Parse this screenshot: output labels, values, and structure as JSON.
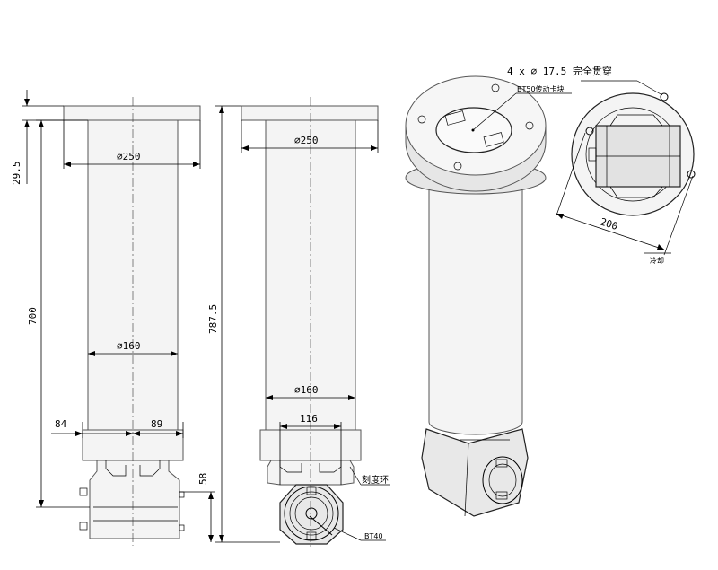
{
  "front_view": {
    "dim_height_total": "700",
    "dim_flange_thk": "29.5",
    "dim_flange_dia": "∅250",
    "dim_tube_dia": "∅160",
    "dim_left_offset": "84",
    "dim_right_offset": "89"
  },
  "side_view": {
    "dim_height_total": "787.5",
    "dim_flange_dia": "∅250",
    "dim_tube_dia": "∅160",
    "dim_head_width": "116",
    "dim_head_height": "58",
    "label_scale_ring": "刻度环",
    "label_bt40": "BT40"
  },
  "iso_view": {
    "label_bt50": "BT50传动卡块"
  },
  "top_view": {
    "label_holes": "4 x ∅ 17.5 完全贯穿",
    "dim_bolt_circle": "200",
    "label_section_mark": "冷却"
  }
}
